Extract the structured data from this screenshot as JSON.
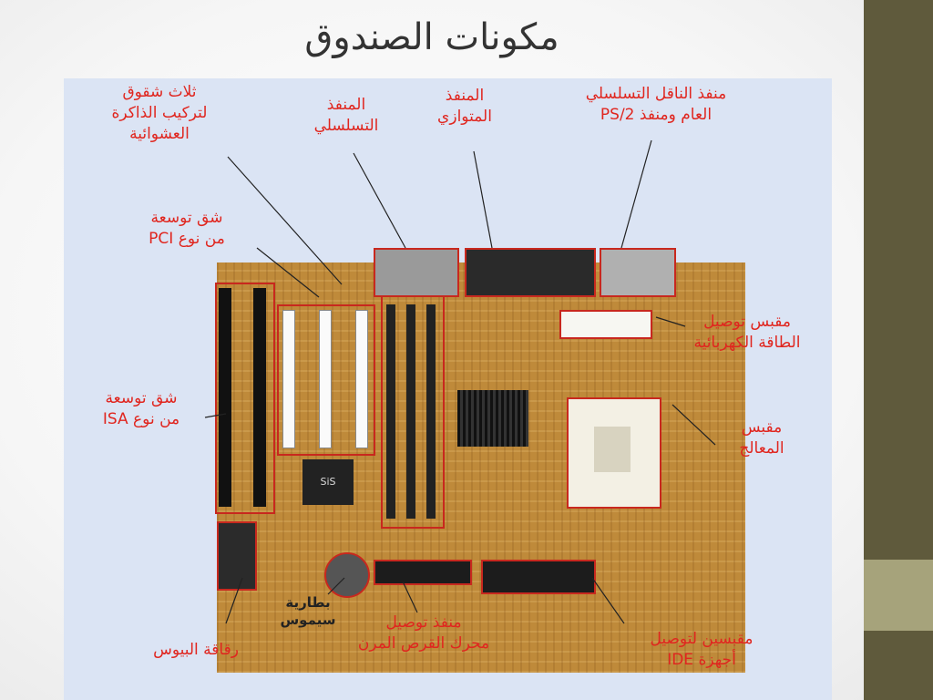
{
  "slide": {
    "title": "مكونات الصندوق"
  },
  "labels": {
    "ram_slots": {
      "line1": "ثلاث شقوق",
      "line2": "لتركيب الذاكرة",
      "line3": "العشوائية"
    },
    "serial_port": {
      "line1": "المنفذ",
      "line2": "التسلسلي"
    },
    "parallel_port": {
      "line1": "المنفذ",
      "line2": "المتوازي"
    },
    "usb_ps2": {
      "line1": "منفذ الناقل التسلسلي",
      "line2": "العام ومنفذ PS/2"
    },
    "pci_slot": {
      "line1": "شق توسعة",
      "line2": "من نوع PCI"
    },
    "power_connector": {
      "line1": "مقبس توصيل",
      "line2": "الطاقة الكهربائية"
    },
    "isa_slot": {
      "line1": "شق توسعة",
      "line2": "من نوع ISA"
    },
    "cpu_socket": {
      "line1": "مقبس",
      "line2": "المعالج"
    },
    "cmos_battery": {
      "line1": "بطارية",
      "line2": "سيموس"
    },
    "bios_chip": {
      "line1": "رقاقة البيوس"
    },
    "floppy_connector": {
      "line1": "منفذ توصيل",
      "line2": "محرك القرص المرن"
    },
    "ide_connectors": {
      "line1": "مقبسين لتوصيل",
      "line2": "أجهزة IDE"
    }
  },
  "board": {
    "chip_mark": "SiS"
  },
  "colors": {
    "label": "#e0261f",
    "accent_band": "#5f5a3c",
    "accent_block": "#a6a37b",
    "figure_bg": "#dbe4f4"
  }
}
